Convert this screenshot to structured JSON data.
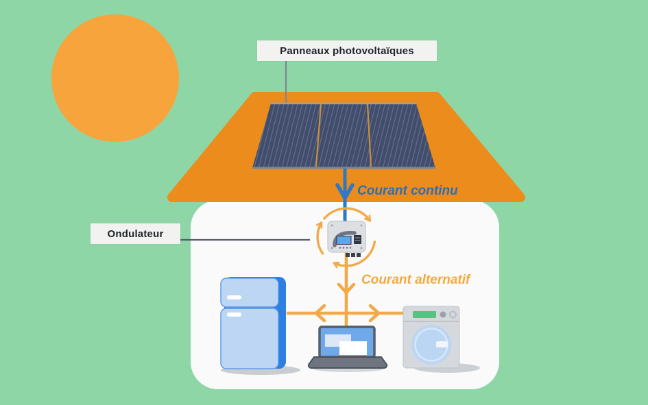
{
  "labels": {
    "panels": "Panneaux photovoltaïques",
    "inverter": "Ondulateur",
    "dc_current": "Courant continu",
    "ac_current": "Courant alternatif"
  },
  "colors": {
    "background_green": "#8FD6A7",
    "sun_orange": "#F7A43C",
    "roof_orange": "#EC8C1C",
    "house_white": "#FAFAFB",
    "solar_panel_dark_blue": "#414D6B",
    "dc_blue": "#2E79C4",
    "ac_orange": "#F2A948",
    "label_box_bg": "#F2F2F1",
    "label_text": "#20242C"
  },
  "icons": {
    "sun": "sun-icon",
    "solar_panel": "solar-panel-icon",
    "inverter_device": "inverter-icon",
    "appliances": [
      {
        "name": "refrigerator"
      },
      {
        "name": "laptop"
      },
      {
        "name": "washing-machine"
      }
    ]
  }
}
